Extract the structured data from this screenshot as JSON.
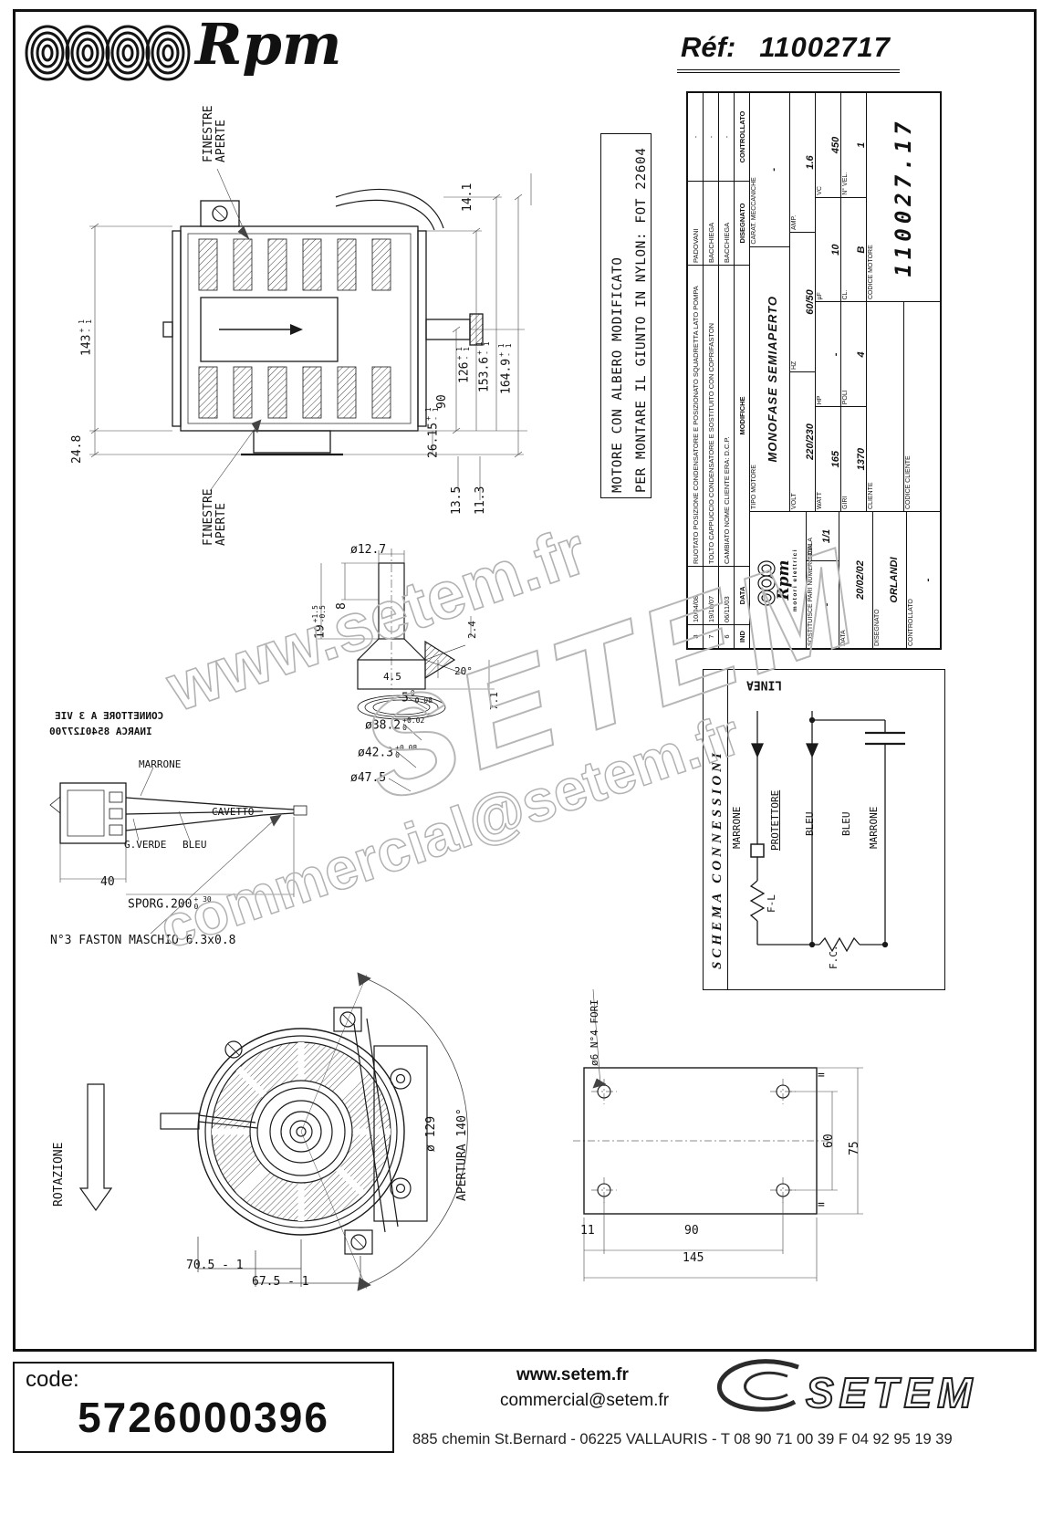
{
  "header": {
    "brand": "Rpm",
    "ref_label": "Réf:",
    "ref_value": "11002717"
  },
  "watermark": {
    "site": "www.setem.fr",
    "brand": "SETEM",
    "email": "commercial@setem.fr"
  },
  "note_box": {
    "text": "MOTORE CON ALBERO MODIFICATO\nPER MONTARE IL GIUNTO IN NYLON: FOT 22604"
  },
  "side_view": {
    "finestre_top": "FINESTRE\nAPERTE",
    "finestre_bottom": "FINESTRE\nAPERTE",
    "d143": "143",
    "d143_tol": "+ 1\n- 1",
    "d24_8": "24.8",
    "d90": "90",
    "d126": "126",
    "d126_tol": "+ 1\n- 1",
    "d153_6": "153.6",
    "d153_6_tol": "+ 1\n- 1",
    "d164_9": "164.9",
    "d164_9_tol": "+ 1\n- 1",
    "d14_1": "14.1",
    "d26_15": "26.15",
    "d26_15_tol": "+ 1\n- 1",
    "d13_5": "13.5",
    "d11_3": "11.3"
  },
  "shaft": {
    "d12_7": "ø12.7",
    "d8": "8",
    "d19": "19",
    "d19_tol": "+1.5\n-0.5",
    "d4_5": "4.5",
    "d2_4": "2.4",
    "d20": "20°",
    "d7_1": "7.1",
    "d5": "5",
    "d5_tol": "0\n-0.08",
    "d38_2": "ø38.2",
    "d38_2_tol": "+0.02\n0",
    "d42_3": "ø42.3",
    "d42_3_tol": "+0.08\n0",
    "d47_5": "ø47.5"
  },
  "connector": {
    "title_line1": "CONNETTORE A 3 VIE",
    "title_line2": "INARCA 8540127700",
    "marrone": "MARRONE",
    "g_verde": "G.VERDE",
    "bleu": "BLEU",
    "cavetto": "CAVETTO",
    "d40": "40",
    "sporg": "SPORG.200",
    "sporg_tol": "+ 30\n0",
    "faston": "N°3 FASTON MASCHIO 6.3x0.8"
  },
  "schema": {
    "title": "SCHEMA CONNESSIONI",
    "linea": "LINEA",
    "marrone_left": "MARRONE",
    "protettore": "PROTETTORE",
    "bleu_1": "BLEU",
    "bleu_2": "BLEU",
    "marrone_right": "MARRONE",
    "f_l": "F-L",
    "f_c": "F.C."
  },
  "front_view": {
    "rotazione": "ROTAZIONE",
    "d129": "ø 129",
    "apertura": "APERTURA 140°",
    "d70_5": "70.5 - 1",
    "d67_5": "67.5 - 1"
  },
  "plate": {
    "fori": "ø6 N°4 FORI",
    "d60": "60",
    "d75": "75",
    "d90": "90",
    "d11": "11",
    "d145": "145",
    "eq_top": "=",
    "eq_bottom": "="
  },
  "title_block": {
    "revisions": [
      {
        "ind": "8",
        "date": "10/04/08",
        "mod": "RUOTATO POSIZIONE CONDENSATORE E POSIZIONATO SQUADRETTA LATO POMPA",
        "drawn": "PADOVANI",
        "checked": "-"
      },
      {
        "ind": "7",
        "date": "19/10/07",
        "mod": "TOLTO CAPPUCCIO CONDENSATORE E SOSTITUITO CON COPRIFASTON",
        "drawn": "BACCHIEGA",
        "checked": "-"
      },
      {
        "ind": "6",
        "date": "06/11/03",
        "mod": "CAMBIATO NOME CLIENTE ERA: D.C.P.",
        "drawn": "BACCHIEGA",
        "checked": "-"
      }
    ],
    "rev_headers": {
      "ind": "IND",
      "date": "DATA",
      "mod": "MODIFICHE",
      "drawn": "DISEGNATO",
      "checked": "CONTROLLATO"
    },
    "brand": "Rpm",
    "brand_sub": "motori elettrici",
    "tipo_label": "TIPO MOTORE",
    "tipo_value": "MONOFASE SEMIAPERTO",
    "carat_label": "CARAT. MECCANICHE",
    "carat_value": "-",
    "volt_label": "VOLT",
    "volt_value": "220/230",
    "hz_label": "HZ",
    "hz_value": "60/50",
    "amp_label": "AMP.",
    "amp_value": "1.6",
    "watt_label": "WATT",
    "watt_value": "165",
    "hp_label": "HP",
    "hp_value": "-",
    "uf_label": "µF",
    "uf_value": "10",
    "vc_label": "VC",
    "vc_value": "450",
    "giri_label": "GIRI",
    "giri_value": "1370",
    "poli_label": "POLI",
    "poli_value": "4",
    "cl_label": "CL.",
    "cl_value": "B",
    "vel_label": "N° VEL.",
    "vel_value": "1",
    "cliente_label": "CLIENTE",
    "codice_motore_label": "CODICE MOTORE",
    "codice_motore": "110027.17",
    "codice_cliente_label": "CODICE CLIENTE",
    "sostituisce_label": "SOSTITUISCE PARI NUMERO DEL",
    "sostituisce_value": "-",
    "scala_label": "SCALA",
    "scala_value": "1/1",
    "data_label": "DATA",
    "data_value": "20/02/02",
    "disegnato_label": "DISEGNATO",
    "disegnato_value": "ORLANDI",
    "controllato_label": "CONTROLLATO",
    "controllato_value": "-"
  },
  "footer": {
    "code_label": "code:",
    "code_value": "5726000396",
    "site": "www.setem.fr",
    "email": "commercial@setem.fr",
    "brand": "SETEM",
    "address": "885 chemin St.Bernard  -  06225 VALLAURIS  -  T 08 90 71 00 39   F 04 92 95 19 39"
  }
}
